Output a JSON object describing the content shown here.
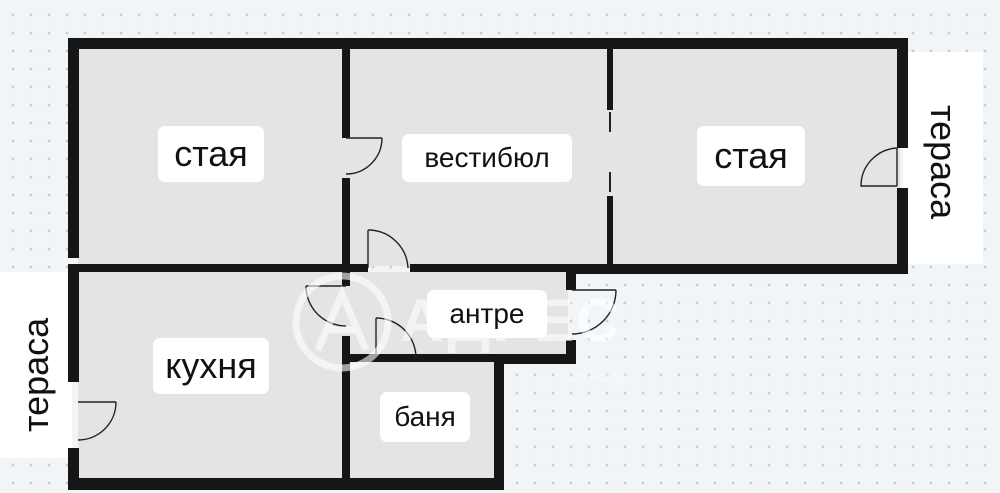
{
  "rooms": {
    "room_left": "стая",
    "vestibule": "вестибюл",
    "room_right": "стая",
    "entry": "антре",
    "kitchen": "кухня",
    "bathroom": "баня"
  },
  "terraces": {
    "right": "тераса",
    "left": "тераса"
  },
  "watermark": {
    "brand": "АДРЕС",
    "url": "address.bg"
  },
  "colors": {
    "background": "#f1f5f8",
    "floor": "#e4e4e4",
    "walls": "#161616",
    "label_background": "#ffffff"
  }
}
